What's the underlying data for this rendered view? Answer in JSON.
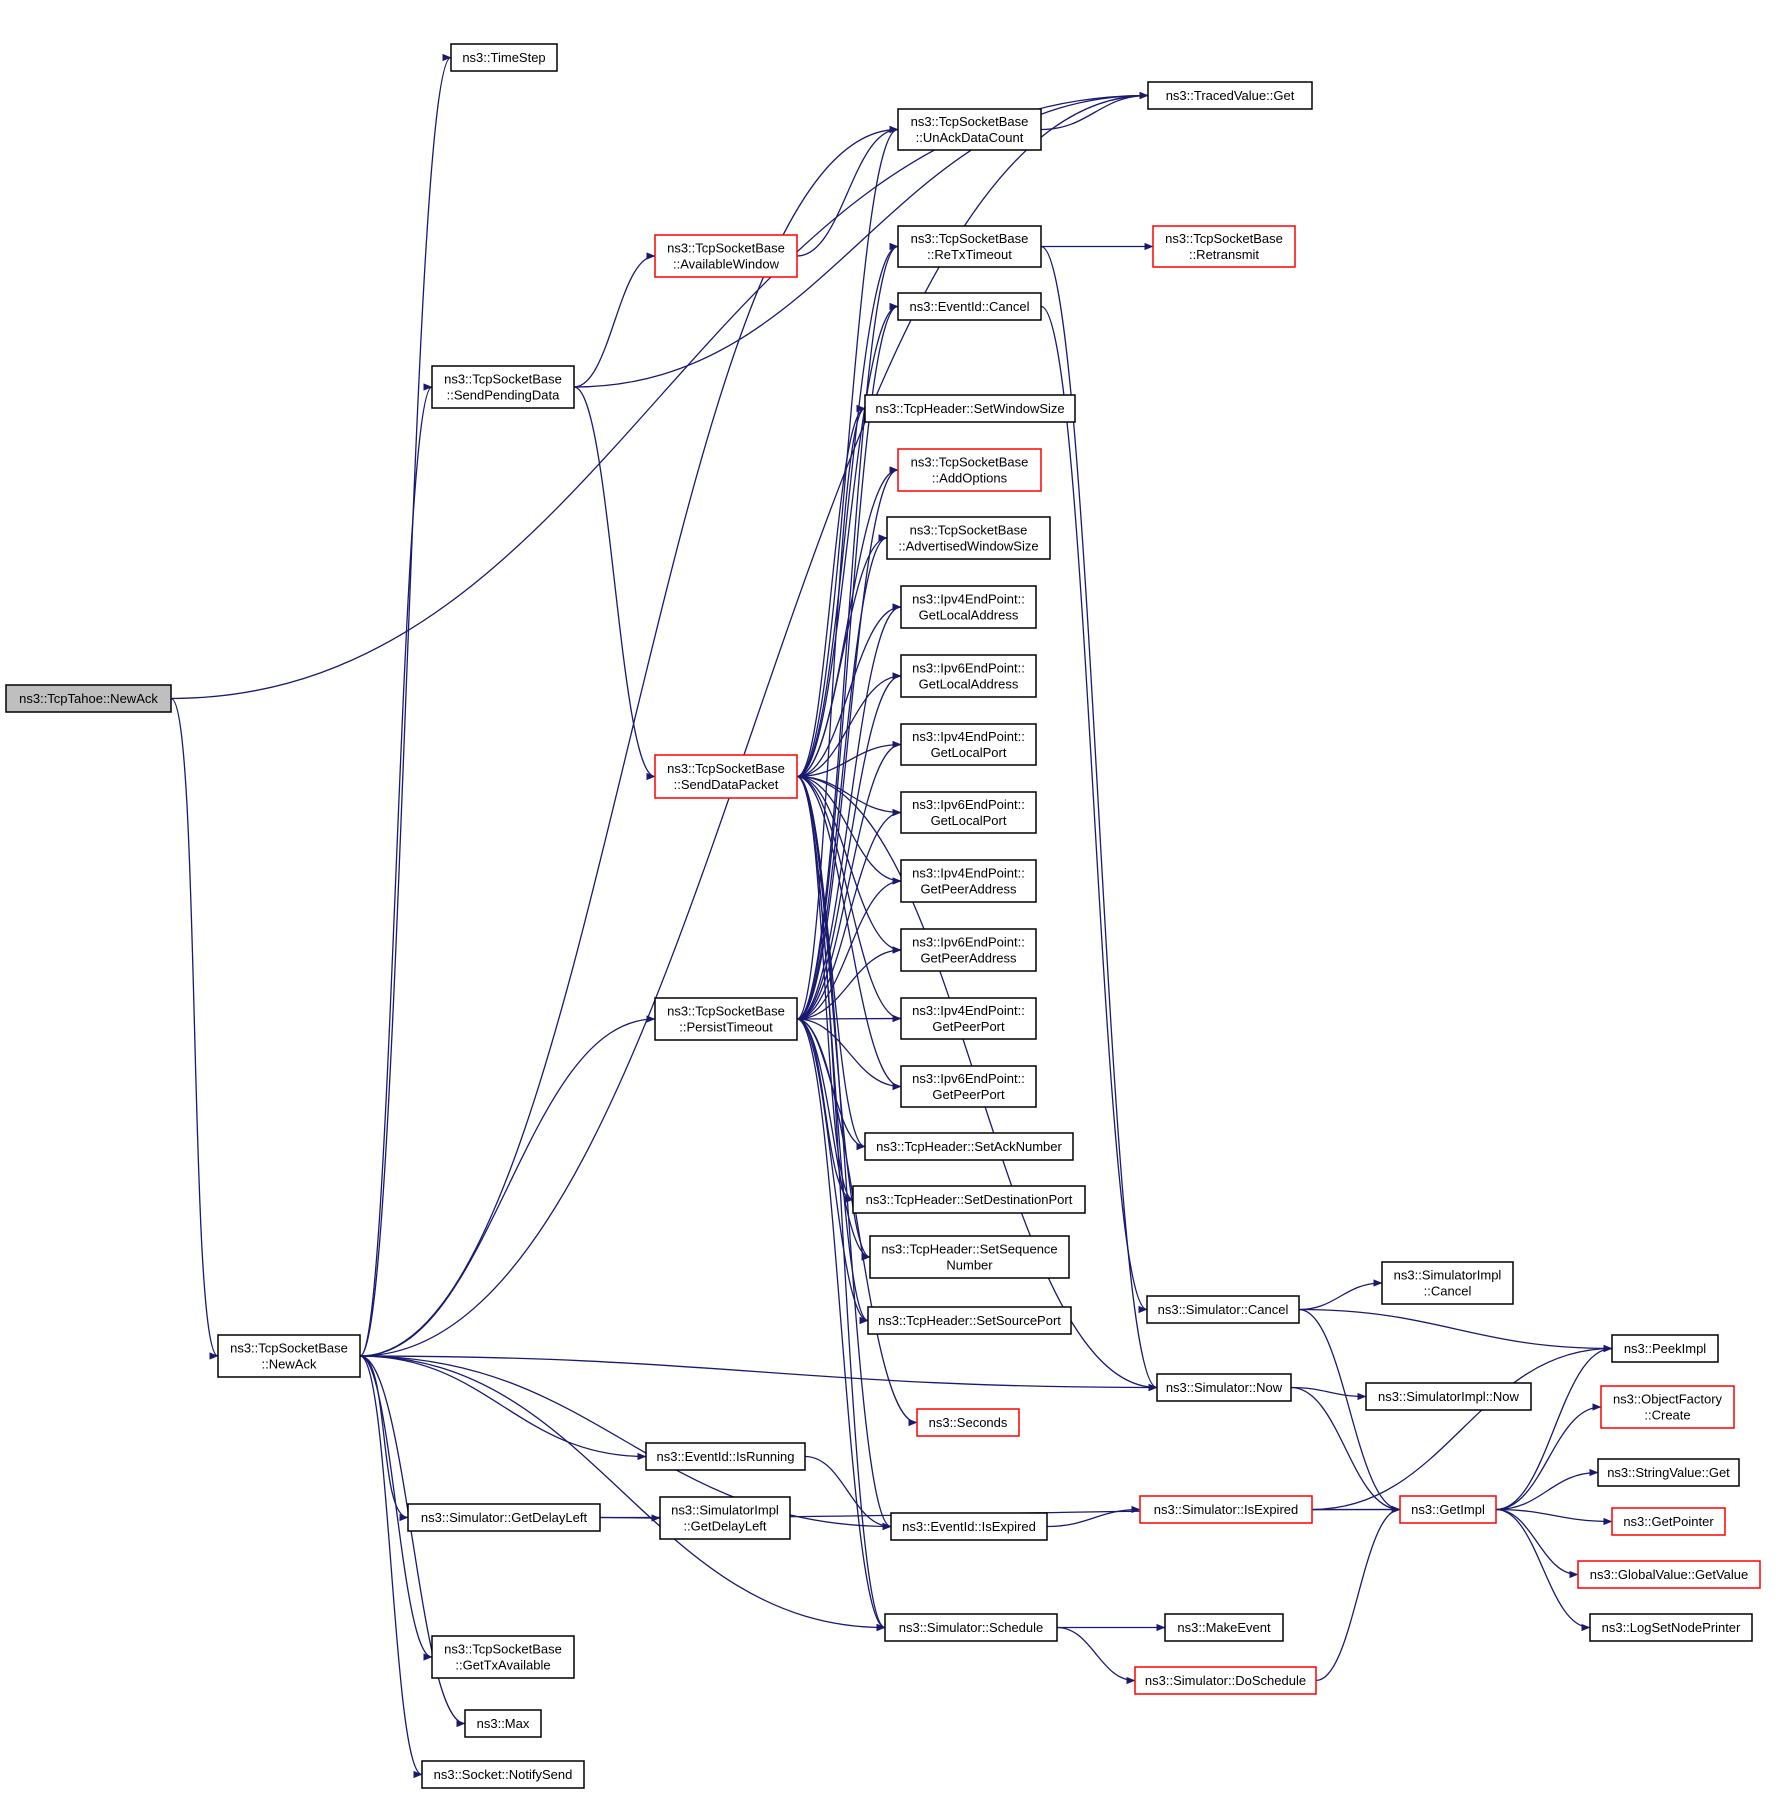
{
  "colors": {
    "edge": "#191970",
    "node_border": "#000000",
    "highlight_border": "#ff0000",
    "root_fill": "#bfbfbf"
  },
  "nodes": [
    {
      "id": "tahoe",
      "lines": [
        "ns3::TcpTahoe::NewAck"
      ],
      "style": "root"
    },
    {
      "id": "timestep",
      "lines": [
        "ns3::TimeStep"
      ],
      "style": "normal"
    },
    {
      "id": "traced",
      "lines": [
        "ns3::TracedValue::Get"
      ],
      "style": "normal"
    },
    {
      "id": "unack",
      "lines": [
        "ns3::TcpSocketBase",
        "::UnAckDataCount"
      ],
      "style": "normal"
    },
    {
      "id": "availwin",
      "lines": [
        "ns3::TcpSocketBase",
        "::AvailableWindow"
      ],
      "style": "red"
    },
    {
      "id": "retxtimeout",
      "lines": [
        "ns3::TcpSocketBase",
        "::ReTxTimeout"
      ],
      "style": "normal"
    },
    {
      "id": "retransmit",
      "lines": [
        "ns3::TcpSocketBase",
        "::Retransmit"
      ],
      "style": "red"
    },
    {
      "id": "evcancel",
      "lines": [
        "ns3::EventId::Cancel"
      ],
      "style": "normal"
    },
    {
      "id": "sendpending",
      "lines": [
        "ns3::TcpSocketBase",
        "::SendPendingData"
      ],
      "style": "normal"
    },
    {
      "id": "setwindow",
      "lines": [
        "ns3::TcpHeader::SetWindowSize"
      ],
      "style": "normal"
    },
    {
      "id": "addoptions",
      "lines": [
        "ns3::TcpSocketBase",
        "::AddOptions"
      ],
      "style": "red"
    },
    {
      "id": "advwin",
      "lines": [
        "ns3::TcpSocketBase",
        "::AdvertisedWindowSize"
      ],
      "style": "normal"
    },
    {
      "id": "ip4localaddr",
      "lines": [
        "ns3::Ipv4EndPoint::",
        "GetLocalAddress"
      ],
      "style": "normal"
    },
    {
      "id": "ip6localaddr",
      "lines": [
        "ns3::Ipv6EndPoint::",
        "GetLocalAddress"
      ],
      "style": "normal"
    },
    {
      "id": "senddata",
      "lines": [
        "ns3::TcpSocketBase",
        "::SendDataPacket"
      ],
      "style": "red"
    },
    {
      "id": "ip4localport",
      "lines": [
        "ns3::Ipv4EndPoint::",
        "GetLocalPort"
      ],
      "style": "normal"
    },
    {
      "id": "ip6localport",
      "lines": [
        "ns3::Ipv6EndPoint::",
        "GetLocalPort"
      ],
      "style": "normal"
    },
    {
      "id": "ip4peeraddr",
      "lines": [
        "ns3::Ipv4EndPoint::",
        "GetPeerAddress"
      ],
      "style": "normal"
    },
    {
      "id": "ip6peeraddr",
      "lines": [
        "ns3::Ipv6EndPoint::",
        "GetPeerAddress"
      ],
      "style": "normal"
    },
    {
      "id": "persist",
      "lines": [
        "ns3::TcpSocketBase",
        "::PersistTimeout"
      ],
      "style": "normal"
    },
    {
      "id": "ip4peerport",
      "lines": [
        "ns3::Ipv4EndPoint::",
        "GetPeerPort"
      ],
      "style": "normal"
    },
    {
      "id": "ip6peerport",
      "lines": [
        "ns3::Ipv6EndPoint::",
        "GetPeerPort"
      ],
      "style": "normal"
    },
    {
      "id": "setack",
      "lines": [
        "ns3::TcpHeader::SetAckNumber"
      ],
      "style": "normal"
    },
    {
      "id": "setdest",
      "lines": [
        "ns3::TcpHeader::SetDestinationPort"
      ],
      "style": "normal"
    },
    {
      "id": "setseq",
      "lines": [
        "ns3::TcpHeader::SetSequence",
        "Number"
      ],
      "style": "normal"
    },
    {
      "id": "simcancel",
      "lines": [
        "ns3::Simulator::Cancel"
      ],
      "style": "normal"
    },
    {
      "id": "simimplcancel",
      "lines": [
        "ns3::SimulatorImpl",
        "::Cancel"
      ],
      "style": "normal"
    },
    {
      "id": "setsrc",
      "lines": [
        "ns3::TcpHeader::SetSourcePort"
      ],
      "style": "normal"
    },
    {
      "id": "newack",
      "lines": [
        "ns3::TcpSocketBase",
        "::NewAck"
      ],
      "style": "normal"
    },
    {
      "id": "peekimpl",
      "lines": [
        "ns3::PeekImpl"
      ],
      "style": "normal"
    },
    {
      "id": "simnow",
      "lines": [
        "ns3::Simulator::Now"
      ],
      "style": "normal"
    },
    {
      "id": "simimplnow",
      "lines": [
        "ns3::SimulatorImpl::Now"
      ],
      "style": "normal"
    },
    {
      "id": "objfactory",
      "lines": [
        "ns3::ObjectFactory",
        "::Create"
      ],
      "style": "red"
    },
    {
      "id": "seconds",
      "lines": [
        "ns3::Seconds"
      ],
      "style": "red"
    },
    {
      "id": "isrunning",
      "lines": [
        "ns3::EventId::IsRunning"
      ],
      "style": "normal"
    },
    {
      "id": "stringval",
      "lines": [
        "ns3::StringValue::Get"
      ],
      "style": "normal"
    },
    {
      "id": "getdelayleft",
      "lines": [
        "ns3::Simulator::GetDelayLeft"
      ],
      "style": "normal"
    },
    {
      "id": "simimpldelay",
      "lines": [
        "ns3::SimulatorImpl",
        "::GetDelayLeft"
      ],
      "style": "normal"
    },
    {
      "id": "isexpired",
      "lines": [
        "ns3::EventId::IsExpired"
      ],
      "style": "normal"
    },
    {
      "id": "simisexpired",
      "lines": [
        "ns3::Simulator::IsExpired"
      ],
      "style": "red"
    },
    {
      "id": "getimpl",
      "lines": [
        "ns3::GetImpl"
      ],
      "style": "red"
    },
    {
      "id": "getpointer",
      "lines": [
        "ns3::GetPointer"
      ],
      "style": "red"
    },
    {
      "id": "globalval",
      "lines": [
        "ns3::GlobalValue::GetValue"
      ],
      "style": "red"
    },
    {
      "id": "schedule",
      "lines": [
        "ns3::Simulator::Schedule"
      ],
      "style": "normal"
    },
    {
      "id": "makeevent",
      "lines": [
        "ns3::MakeEvent"
      ],
      "style": "normal"
    },
    {
      "id": "gettx",
      "lines": [
        "ns3::TcpSocketBase",
        "::GetTxAvailable"
      ],
      "style": "normal"
    },
    {
      "id": "logsetnode",
      "lines": [
        "ns3::LogSetNodePrinter"
      ],
      "style": "normal"
    },
    {
      "id": "doschedule",
      "lines": [
        "ns3::Simulator::DoSchedule"
      ],
      "style": "red"
    },
    {
      "id": "max",
      "lines": [
        "ns3::Max"
      ],
      "style": "normal"
    },
    {
      "id": "notifysend",
      "lines": [
        "ns3::Socket::NotifySend"
      ],
      "style": "normal"
    }
  ],
  "edges": [
    [
      "tahoe",
      "traced"
    ],
    [
      "tahoe",
      "newack"
    ],
    [
      "newack",
      "timestep"
    ],
    [
      "newack",
      "traced"
    ],
    [
      "newack",
      "unack"
    ],
    [
      "newack",
      "sendpending"
    ],
    [
      "newack",
      "persist"
    ],
    [
      "newack",
      "isrunning"
    ],
    [
      "newack",
      "getdelayleft"
    ],
    [
      "newack",
      "isexpired"
    ],
    [
      "newack",
      "simnow"
    ],
    [
      "newack",
      "schedule"
    ],
    [
      "newack",
      "gettx"
    ],
    [
      "newack",
      "max"
    ],
    [
      "newack",
      "notifysend"
    ],
    [
      "sendpending",
      "availwin"
    ],
    [
      "sendpending",
      "traced"
    ],
    [
      "sendpending",
      "senddata"
    ],
    [
      "availwin",
      "unack"
    ],
    [
      "unack",
      "traced"
    ],
    [
      "retxtimeout",
      "retransmit"
    ],
    [
      "retxtimeout",
      "simnow"
    ],
    [
      "evcancel",
      "simcancel"
    ],
    [
      "senddata",
      "unack"
    ],
    [
      "senddata",
      "retxtimeout"
    ],
    [
      "senddata",
      "evcancel"
    ],
    [
      "senddata",
      "setwindow"
    ],
    [
      "senddata",
      "addoptions"
    ],
    [
      "senddata",
      "advwin"
    ],
    [
      "senddata",
      "ip4localaddr"
    ],
    [
      "senddata",
      "ip6localaddr"
    ],
    [
      "senddata",
      "ip4localport"
    ],
    [
      "senddata",
      "ip6localport"
    ],
    [
      "senddata",
      "ip4peeraddr"
    ],
    [
      "senddata",
      "ip6peeraddr"
    ],
    [
      "senddata",
      "ip4peerport"
    ],
    [
      "senddata",
      "ip6peerport"
    ],
    [
      "senddata",
      "setack"
    ],
    [
      "senddata",
      "setdest"
    ],
    [
      "senddata",
      "setseq"
    ],
    [
      "senddata",
      "setsrc"
    ],
    [
      "senddata",
      "simnow"
    ],
    [
      "senddata",
      "isexpired"
    ],
    [
      "senddata",
      "schedule"
    ],
    [
      "persist",
      "retxtimeout"
    ],
    [
      "persist",
      "evcancel"
    ],
    [
      "persist",
      "setwindow"
    ],
    [
      "persist",
      "addoptions"
    ],
    [
      "persist",
      "advwin"
    ],
    [
      "persist",
      "ip4localaddr"
    ],
    [
      "persist",
      "ip6localaddr"
    ],
    [
      "persist",
      "ip4localport"
    ],
    [
      "persist",
      "ip6localport"
    ],
    [
      "persist",
      "ip4peeraddr"
    ],
    [
      "persist",
      "ip6peeraddr"
    ],
    [
      "persist",
      "ip4peerport"
    ],
    [
      "persist",
      "ip6peerport"
    ],
    [
      "persist",
      "setack"
    ],
    [
      "persist",
      "setdest"
    ],
    [
      "persist",
      "setseq"
    ],
    [
      "persist",
      "setsrc"
    ],
    [
      "persist",
      "seconds"
    ],
    [
      "persist",
      "schedule"
    ],
    [
      "simcancel",
      "simimplcancel"
    ],
    [
      "simcancel",
      "peekimpl"
    ],
    [
      "simcancel",
      "getimpl"
    ],
    [
      "simnow",
      "simimplnow"
    ],
    [
      "simnow",
      "getimpl"
    ],
    [
      "isrunning",
      "isexpired"
    ],
    [
      "getdelayleft",
      "simimpldelay"
    ],
    [
      "getdelayleft",
      "getimpl"
    ],
    [
      "isexpired",
      "simisexpired"
    ],
    [
      "simisexpired",
      "peekimpl"
    ],
    [
      "simisexpired",
      "getimpl"
    ],
    [
      "getimpl",
      "peekimpl"
    ],
    [
      "getimpl",
      "objfactory"
    ],
    [
      "getimpl",
      "stringval"
    ],
    [
      "getimpl",
      "getpointer"
    ],
    [
      "getimpl",
      "globalval"
    ],
    [
      "getimpl",
      "logsetnode"
    ],
    [
      "schedule",
      "makeevent"
    ],
    [
      "schedule",
      "doschedule"
    ],
    [
      "doschedule",
      "getimpl"
    ]
  ]
}
